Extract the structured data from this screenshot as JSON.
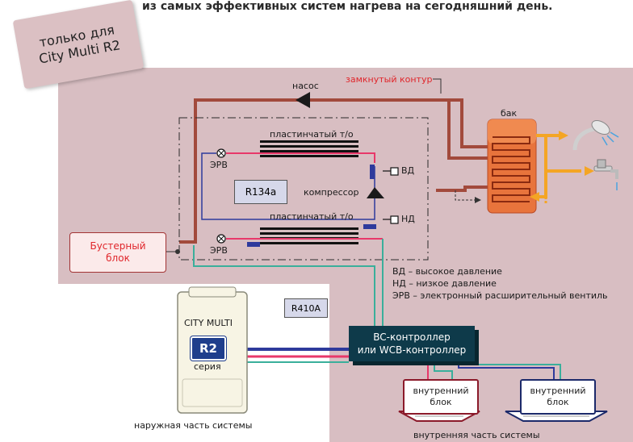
{
  "header": {
    "text": "из самых эффективных систем нагрева на сегодняшний день."
  },
  "badge": {
    "line1": "только для",
    "line2": "City Multi R2"
  },
  "labels": {
    "pump": "насос",
    "closed_loop": "замкнутый контур",
    "tank": "бак",
    "plate_hx_top": "пластинчатый т/о",
    "plate_hx_bottom": "пластинчатый т/о",
    "erv_top": "ЭРВ",
    "erv_bottom": "ЭРВ",
    "refrigerant_inner": "R134a",
    "compressor": "компрессор",
    "high_pressure": "ВД",
    "low_pressure": "НД",
    "refrigerant_outer": "R410A"
  },
  "booster": {
    "line1": "Бустерный",
    "line2": "блок"
  },
  "legend": {
    "vd": "ВД – высокое давление",
    "nd": "НД – низкое давление",
    "erv": "ЭРВ – электронный расширительный вентиль"
  },
  "outdoor_unit": {
    "brand": "CITY MULTI",
    "model": "R2",
    "series": "серия"
  },
  "controller": {
    "line1": "BC-контроллер",
    "line2": "или WCB-контроллер"
  },
  "indoor_units": [
    {
      "line1": "внутренний",
      "line2": "блок"
    },
    {
      "line1": "внутренний",
      "line2": "блок"
    }
  ],
  "captions": {
    "outdoor": "наружная часть системы",
    "indoor": "внутренняя часть системы"
  },
  "colors": {
    "panel": "#d8bec2",
    "water_pipe": "#a24a3c",
    "red_line": "#e8386a",
    "blue_line": "#2e3a9c",
    "teal_line": "#3aaf9b",
    "hot_water": "#f4a524",
    "controller": "#0e3a4a"
  }
}
